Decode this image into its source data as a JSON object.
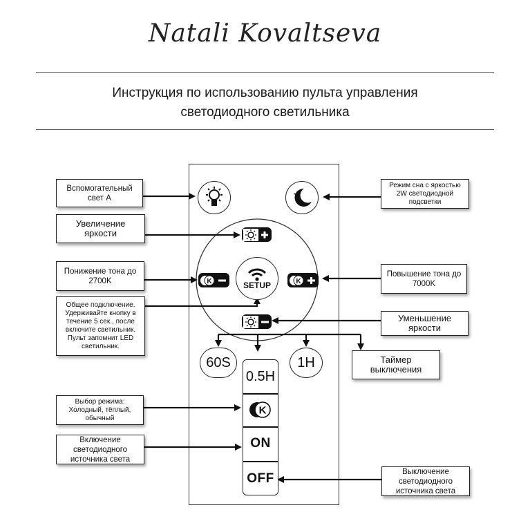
{
  "header": {
    "brand": "Natali Kovaltseva",
    "title_line1": "Инструкция по использованию пульта управления",
    "title_line2": "светодиодного светильника"
  },
  "labels": {
    "aux_light": "Вспомогательный свет А",
    "sleep_mode": "Режим сна с яркостью 2W светодиодной подсветки",
    "brightness_up": "Увеличение яркости",
    "tone_down": "Понижение тона до 2700K",
    "tone_up": "Повышение тона до 7000K",
    "pairing": "Общее подключение. Удерживайте кнопку в течение 5 сек., после включите светильник. Пульт запомнит LED светильник.",
    "brightness_down": "Уменьшение яркости",
    "off_timer": "Таймер выключения",
    "mode_select": "Выбор режима: Холодный, тёплый, обычный",
    "led_on": "Включение светодиодного источника света",
    "led_off": "Выключение светодиодного источника света"
  },
  "remote": {
    "setup": "SETUP",
    "k_letter": "K",
    "timer_60s": "60S",
    "timer_1h": "1H",
    "timer_05h": "0.5H",
    "on": "ON",
    "off": "OFF"
  }
}
